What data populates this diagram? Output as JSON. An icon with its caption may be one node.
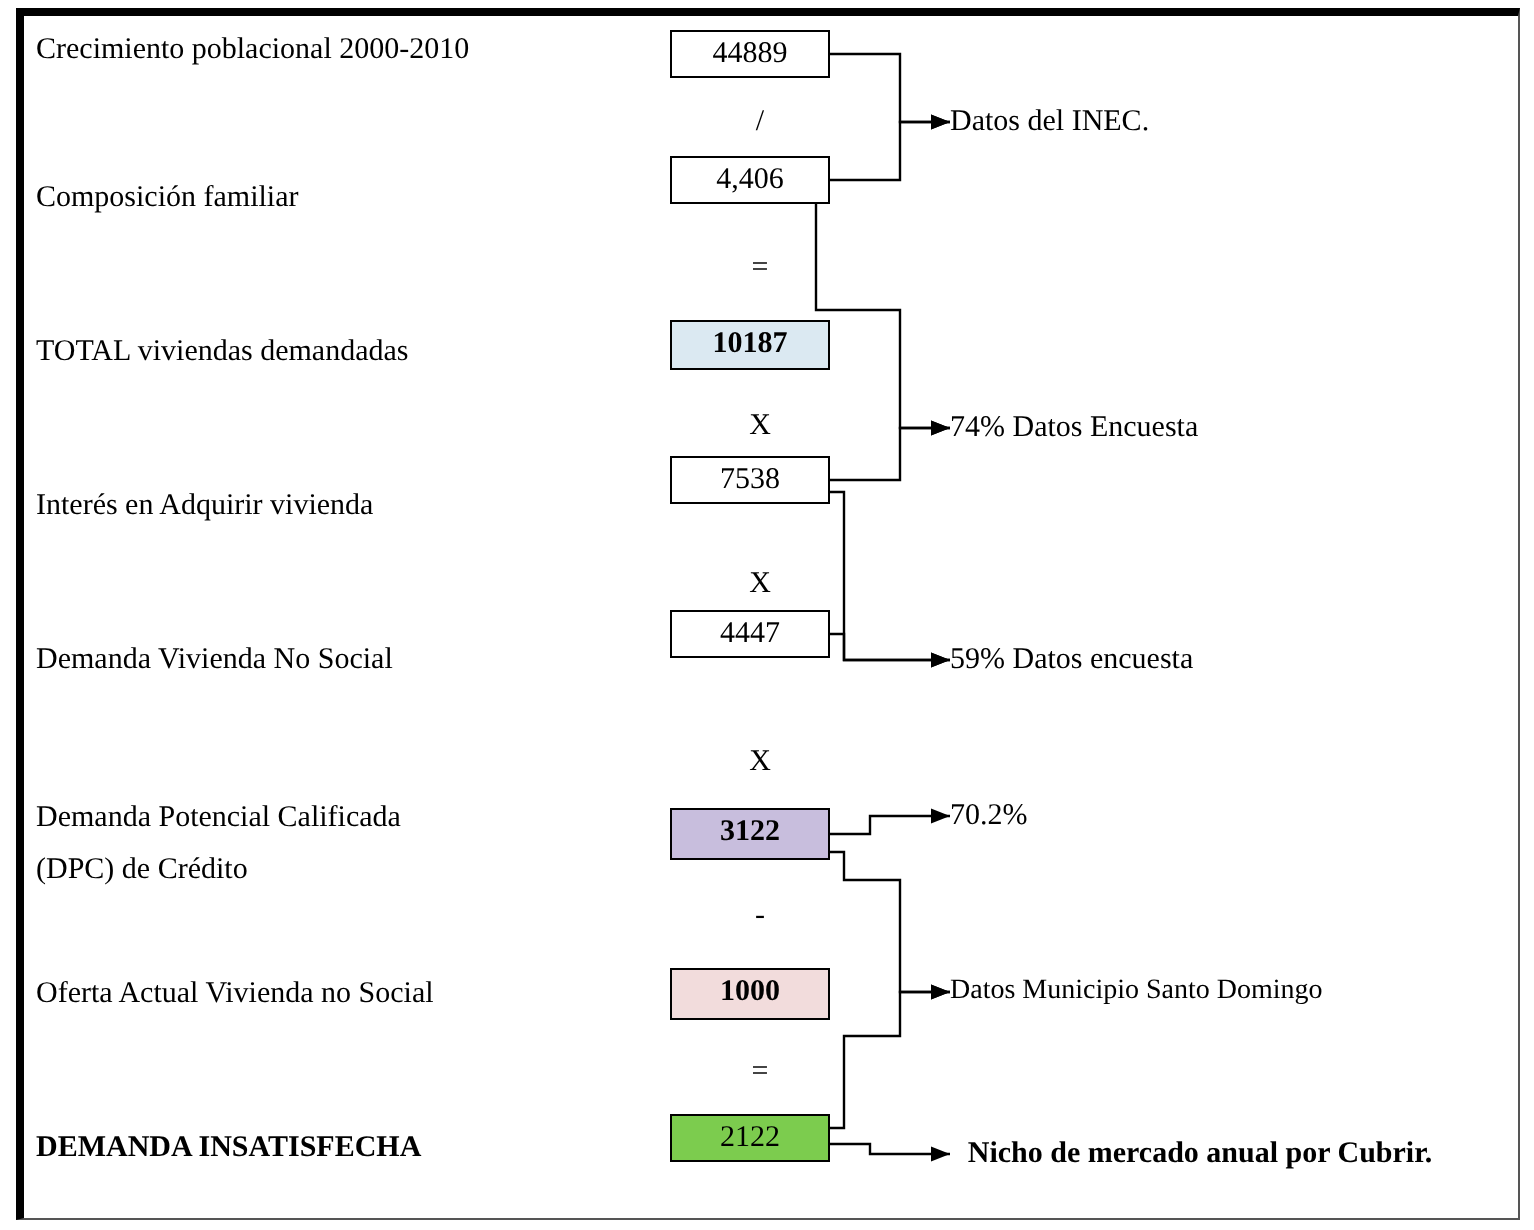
{
  "diagram": {
    "nodes": [
      {
        "text": [
          "44889"
        ]
      },
      {
        "text": [
          "Datos del INEC."
        ]
      },
      {
        "text": [
          "4,406"
        ]
      },
      {
        "text": [
          "10187"
        ]
      },
      {
        "text": [
          "74% Datos Encuesta"
        ]
      },
      {
        "text": [
          "7538"
        ]
      },
      {
        "text": [
          "4447"
        ]
      },
      {
        "text": [
          "59% Datos encuesta"
        ]
      },
      {
        "text": [
          "3122"
        ]
      },
      {
        "text": [
          "70.2%"
        ]
      },
      {
        "text": [
          "1000"
        ]
      },
      {
        "text": [
          "Datos Municipio Santo Domingo"
        ]
      },
      {
        "text": [
          "2122"
        ]
      },
      {
        "text": [
          "Nicho de mercado anual por Cubrir."
        ]
      }
    ],
    "edges": [
      {
        "from": 0,
        "to": 1,
        "arrow": "to"
      },
      {
        "from": 2,
        "to": 1,
        "arrow": "to"
      },
      {
        "from": 2,
        "to": 4,
        "arrow": "to"
      },
      {
        "from": 5,
        "to": 4,
        "arrow": "to"
      },
      {
        "from": 5,
        "to": 7,
        "arrow": "to"
      },
      {
        "from": 6,
        "to": 7,
        "arrow": "to"
      },
      {
        "from": 8,
        "to": 9,
        "arrow": "to"
      },
      {
        "from": 8,
        "to": 11,
        "arrow": "to"
      },
      {
        "from": 12,
        "to": 11,
        "arrow": "to"
      },
      {
        "from": 12,
        "to": 13,
        "arrow": "to"
      }
    ],
    "labels": [
      "Crecimiento poblacional 2000-2010",
      "/",
      "Composición familiar",
      "=",
      "TOTAL viviendas demandadas",
      "X",
      "Interés en Adquirir vivienda",
      "X",
      "Demanda Vivienda No Social",
      "X",
      "Demanda Potencial Calificada (DPC) de Crédito",
      "-",
      "Oferta Actual Vivienda no Social",
      "=",
      "DEMANDA INSATISFECHA"
    ]
  }
}
